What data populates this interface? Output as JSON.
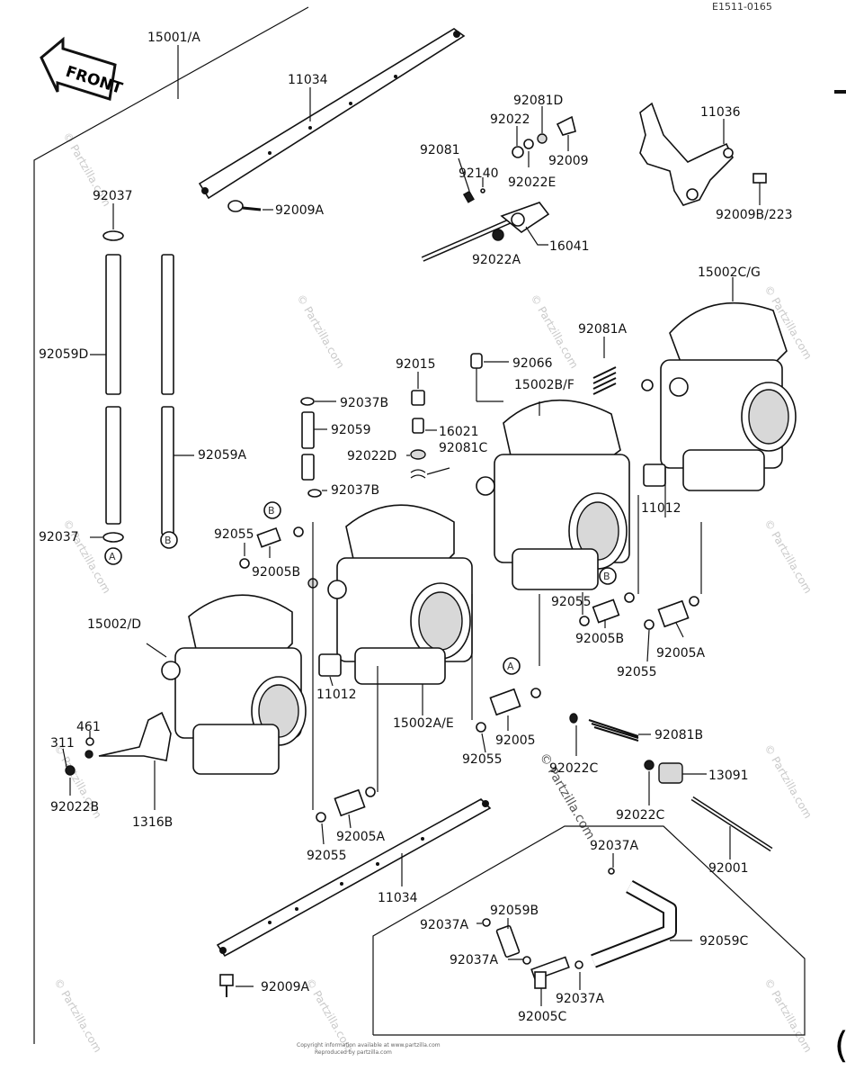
{
  "diagram": {
    "code": "E1511-0165",
    "front": "FRONT",
    "footer": "Copyright information available at www.partzilla.com",
    "footer2": "Reproduced by partzilla.com",
    "watermark": "© Partzilla.com",
    "circle_a": "A",
    "circle_b": "B",
    "corner": "("
  },
  "parts": {
    "p15001A": "15001/A",
    "p11034_top": "11034",
    "p92081D": "92081D",
    "p92022": "92022",
    "p92081": "92081",
    "p92140": "92140",
    "p92009": "92009",
    "p92022E": "92022E",
    "p11036": "11036",
    "p92009B": "92009B/223",
    "p92037_top": "92037",
    "p92009A_top": "92009A",
    "p16041": "16041",
    "p92022A": "92022A",
    "p15002CG": "15002C/G",
    "p92059D": "92059D",
    "p92081A": "92081A",
    "p92015": "92015",
    "p92066": "92066",
    "p15002BF": "15002B/F",
    "p92037B_1": "92037B",
    "p92059": "92059",
    "p16021": "16021",
    "p92022D": "92022D",
    "p92081C": "92081C",
    "p92059A": "92059A",
    "p92037B_2": "92037B",
    "p11012_r": "11012",
    "p92037_bot": "92037",
    "p92055_l": "92055",
    "p92005B_l": "92005B",
    "p15002D": "15002/D",
    "p92055_r": "92055",
    "p92005B_r": "92005B",
    "p92005A_r": "92005A",
    "p92055_r2": "92055",
    "p11012_l": "11012",
    "p15002AE": "15002A/E",
    "p461": "461",
    "p311": "311",
    "p92022B": "92022B",
    "p1316B": "1316B",
    "p92055_m": "92055",
    "p92005": "92005",
    "p92081B": "92081B",
    "p92022C_1": "92022C",
    "p13091": "13091",
    "p92022C_2": "92022C",
    "p92005A_l": "92005A",
    "p92055_b": "92055",
    "p92001": "92001",
    "p92037A_1": "92037A",
    "p11034_bot": "11034",
    "p92059B": "92059B",
    "p92037A_2": "92037A",
    "p92059C": "92059C",
    "p92037A_3": "92037A",
    "p92009A_bot": "92009A",
    "p92037A_4": "92037A",
    "p92005C": "92005C"
  }
}
